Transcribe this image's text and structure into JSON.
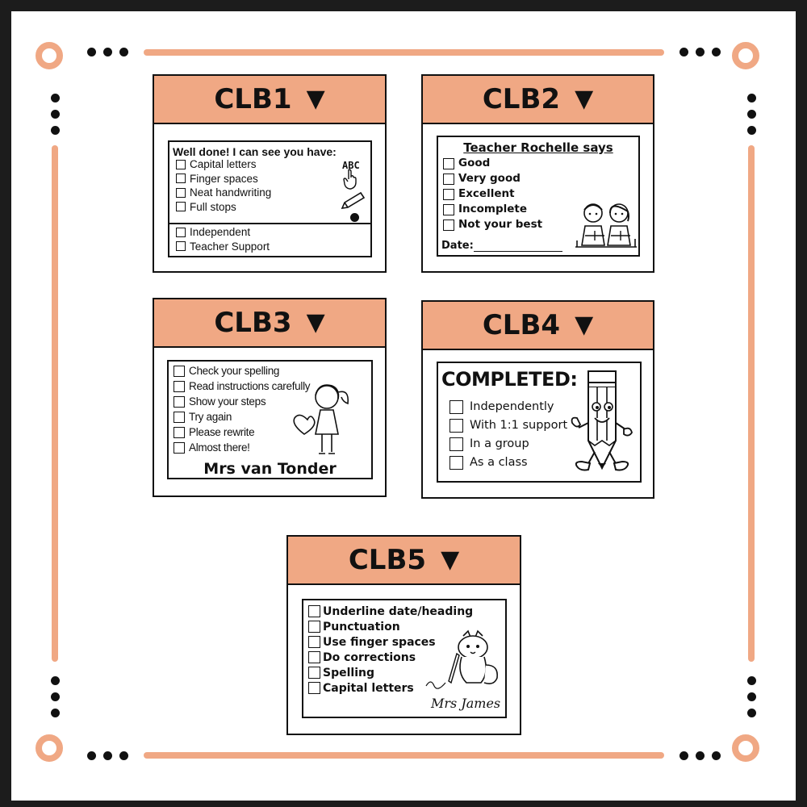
{
  "colors": {
    "accent": "#f0a884",
    "ink": "#111111",
    "frame": "#1c1c1c"
  },
  "cards": {
    "clb1": {
      "title": "CLB1",
      "arrow": "▼",
      "heading": "Well done!  I can see you have:",
      "items": [
        "Capital letters",
        "Finger spaces",
        "Neat handwriting",
        "Full stops"
      ],
      "footer_items": [
        "Independent",
        "Teacher Support"
      ],
      "icons": [
        "abc-hand-icon",
        "pencil-icon",
        "full-stop-icon"
      ],
      "abc_text": "ABC"
    },
    "clb2": {
      "title": "CLB2",
      "arrow": "▼",
      "heading": "Teacher Rochelle says",
      "items": [
        "Good",
        "Very good",
        "Excellent",
        "Incomplete",
        "Not your best"
      ],
      "date_label": "Date:",
      "icons": [
        "reading-children-icon"
      ]
    },
    "clb3": {
      "title": "CLB3",
      "arrow": "▼",
      "items": [
        "Check your spelling",
        "Read instructions carefully",
        "Show your steps",
        "Try again",
        "Please rewrite",
        "Almost there!"
      ],
      "signature": "Mrs van Tonder",
      "icons": [
        "girl-with-heart-icon"
      ]
    },
    "clb4": {
      "title": "CLB4",
      "arrow": "▼",
      "heading": "COMPLETED:",
      "items": [
        "Independently",
        "With 1:1 support",
        "In a group",
        "As a class"
      ],
      "icons": [
        "pencil-mascot-icon"
      ]
    },
    "clb5": {
      "title": "CLB5",
      "arrow": "▼",
      "items": [
        "Underline date/heading",
        "Punctuation",
        "Use finger spaces",
        "Do corrections",
        "Spelling",
        "Capital letters"
      ],
      "signature": "Mrs James",
      "icons": [
        "fox-with-pencil-icon"
      ]
    }
  }
}
